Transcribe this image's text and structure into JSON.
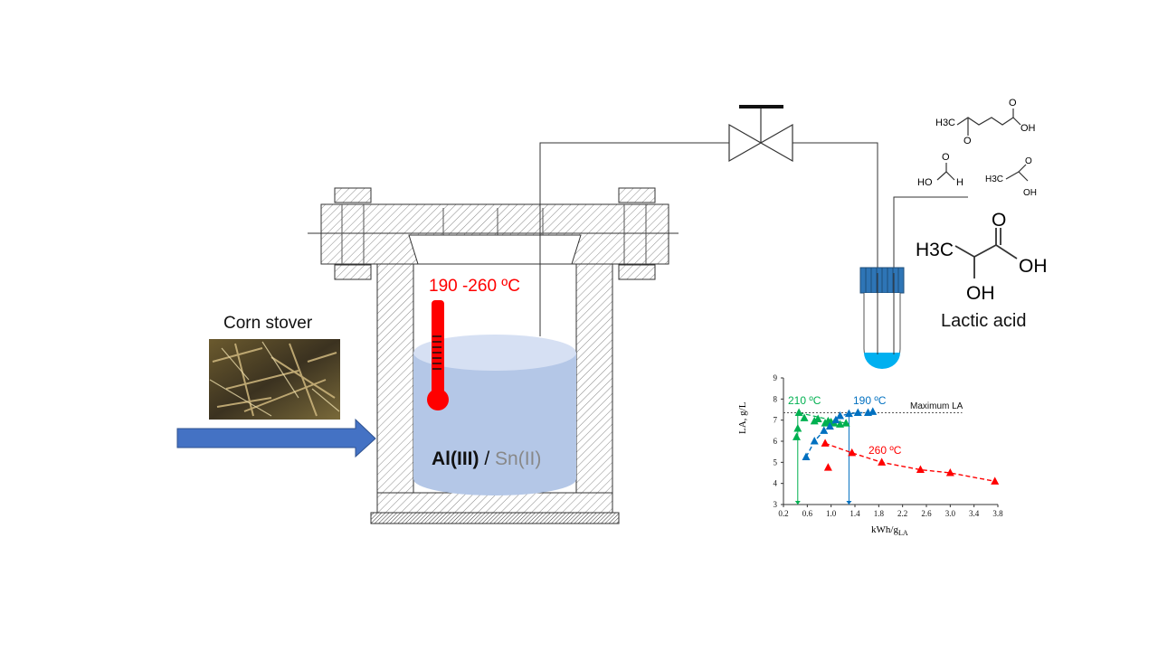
{
  "labels": {
    "corn_stover": "Corn stover",
    "temperature": "190 -260 ºC",
    "catalyst_al": "Al(III)",
    "catalyst_sep": " / ",
    "catalyst_sn": "Sn(II)",
    "lactic_acid": "Lactic acid"
  },
  "molecules": {
    "levulinic": {
      "h3c": "H3C",
      "o": "O",
      "oh": "OH"
    },
    "formic": {
      "ho": "HO",
      "o": "O",
      "h": "H"
    },
    "acetic": {
      "h3c": "H3C",
      "o": "O",
      "oh": "OH"
    },
    "lactic": {
      "h3c": "H3C",
      "o": "O",
      "oh_top": "OH",
      "oh_bottom": "OH"
    }
  },
  "colors": {
    "arrow_blue": "#4472C4",
    "liquid": "#B4C7E7",
    "thermometer": "#FF0000",
    "series_210": "#00B050",
    "series_190": "#0070C0",
    "series_260": "#FF0000",
    "vial_cap": "#2E75B6",
    "vial_liquid": "#00B0F0"
  },
  "chart_data": {
    "type": "scatter",
    "xlabel": "kWh/g",
    "xlabel_sub": "LA",
    "ylabel": "LA, g/L",
    "xlim": [
      0.2,
      3.8
    ],
    "ylim": [
      3,
      9
    ],
    "xticks": [
      "0.2",
      "0.6",
      "1.0",
      "1.4",
      "1.8",
      "2.2",
      "2.6",
      "3.0",
      "3.4",
      "3.8"
    ],
    "xticks_minor": [
      "0.4",
      "0.8",
      "1.2"
    ],
    "yticks": [
      "3",
      "4",
      "5",
      "6",
      "7",
      "8",
      "9"
    ],
    "reference_line": {
      "label": "Maximum LA",
      "y": 7.35
    },
    "series": [
      {
        "name": "210 ºC",
        "color": "#00B050",
        "points": [
          [
            0.42,
            6.2
          ],
          [
            0.44,
            6.6
          ],
          [
            0.46,
            7.35
          ],
          [
            0.55,
            7.1
          ],
          [
            0.72,
            6.95
          ],
          [
            0.78,
            7.05
          ],
          [
            0.9,
            6.85
          ],
          [
            0.95,
            6.95
          ],
          [
            1.0,
            6.9
          ],
          [
            1.05,
            6.85
          ],
          [
            1.15,
            6.8
          ],
          [
            1.25,
            6.85
          ]
        ]
      },
      {
        "name": "190 ºC",
        "color": "#0070C0",
        "points": [
          [
            0.58,
            5.25
          ],
          [
            0.72,
            6.0
          ],
          [
            0.88,
            6.5
          ],
          [
            0.98,
            6.7
          ],
          [
            1.08,
            7.0
          ],
          [
            1.15,
            7.2
          ],
          [
            1.3,
            7.3
          ],
          [
            1.45,
            7.35
          ],
          [
            1.62,
            7.35
          ],
          [
            1.7,
            7.4
          ]
        ]
      },
      {
        "name": "260 ºC",
        "color": "#FF0000",
        "points": [
          [
            0.95,
            4.75
          ],
          [
            0.9,
            5.9
          ],
          [
            1.35,
            5.45
          ],
          [
            1.85,
            5.0
          ],
          [
            2.5,
            4.65
          ],
          [
            3.0,
            4.5
          ],
          [
            3.75,
            4.1
          ]
        ]
      }
    ],
    "markers_on_axis": [
      {
        "x": 0.44,
        "color": "#00B050"
      },
      {
        "x": 1.3,
        "color": "#0070C0"
      }
    ]
  }
}
